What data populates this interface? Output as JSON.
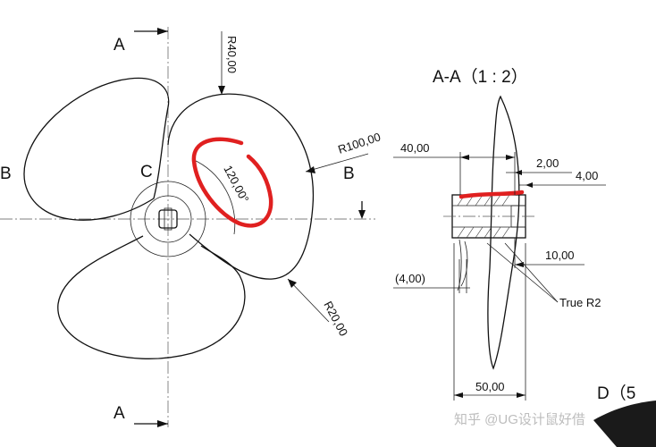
{
  "section": {
    "mark_top": "A",
    "mark_bottom": "A",
    "mark_left": "B",
    "mark_right": "B",
    "center_label": "C",
    "title": "A-A（1 : 2）",
    "detail_partial": "D（5"
  },
  "dims": {
    "r_hub": "R40,00",
    "r_blade": "R100,00",
    "angle": "120,00°",
    "r_tip": "R20,00",
    "d_40": "40,00",
    "d_2": "2,00",
    "d_4": "4,00",
    "d_10": "10,00",
    "d_4_ref": "(4,00)",
    "true_r2": "True R2",
    "d_50": "50,00"
  },
  "watermark": "知乎 @UG设计鼠好借",
  "colors": {
    "line": "#111111",
    "markup": "#e02020",
    "background": "#ffffff"
  }
}
